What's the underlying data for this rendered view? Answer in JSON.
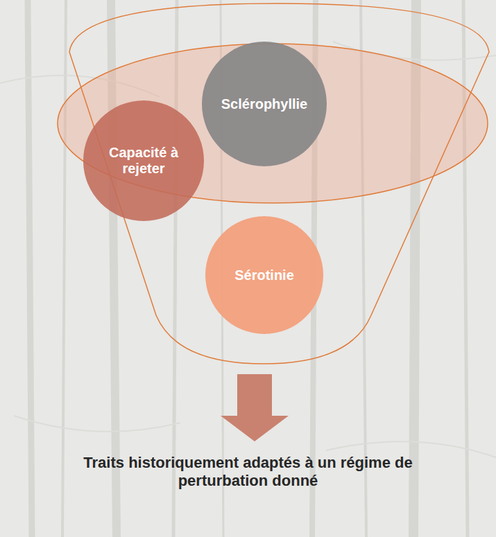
{
  "diagram": {
    "nodes": [
      {
        "text": [
          "Capacité à rejeter"
        ]
      },
      {
        "text": [
          "Sclérophyllie"
        ]
      },
      {
        "text": [
          "Sérotinie"
        ]
      }
    ],
    "labels": [
      "Traits historiquement adaptés à un régime de perturbation donné"
    ]
  }
}
